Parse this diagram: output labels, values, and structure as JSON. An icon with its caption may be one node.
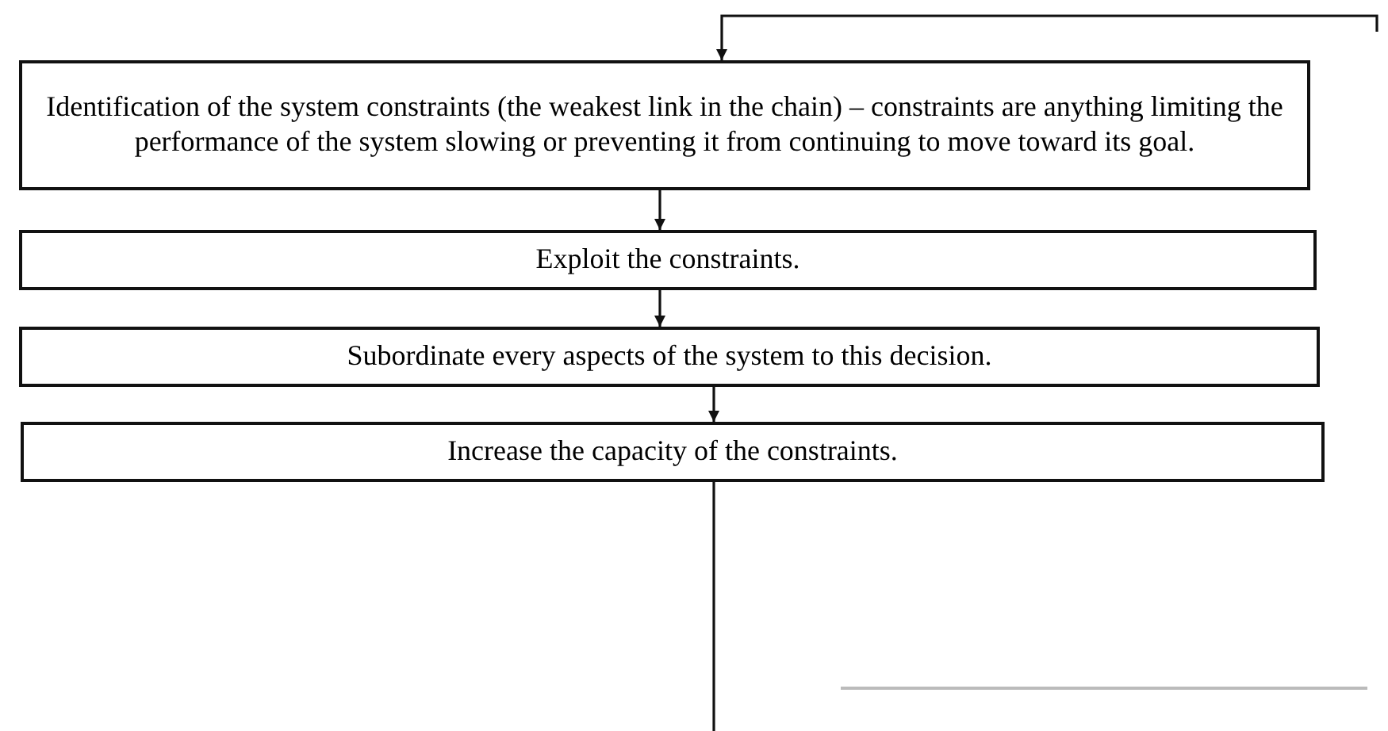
{
  "diagram": {
    "nodes": [
      {
        "text": [
          "Identification of the system constraints (the weakest link in the chain) – constraints are anything limiting the performance of the system slowing or preventing it from continuing to move toward its goal."
        ]
      },
      {
        "text": [
          "Exploit the constraints."
        ]
      },
      {
        "text": [
          "Subordinate every aspects of the system to this decision."
        ]
      },
      {
        "text": [
          "Increase the capacity of the constraints."
        ]
      }
    ],
    "edges": [
      {
        "from": null,
        "to": 0,
        "arrow": "to"
      },
      {
        "from": 0,
        "to": 1,
        "arrow": "to"
      },
      {
        "from": 1,
        "to": 2,
        "arrow": "to"
      },
      {
        "from": 2,
        "to": 3,
        "arrow": "to"
      },
      {
        "from": 3,
        "to": null,
        "arrow": "none"
      }
    ]
  }
}
